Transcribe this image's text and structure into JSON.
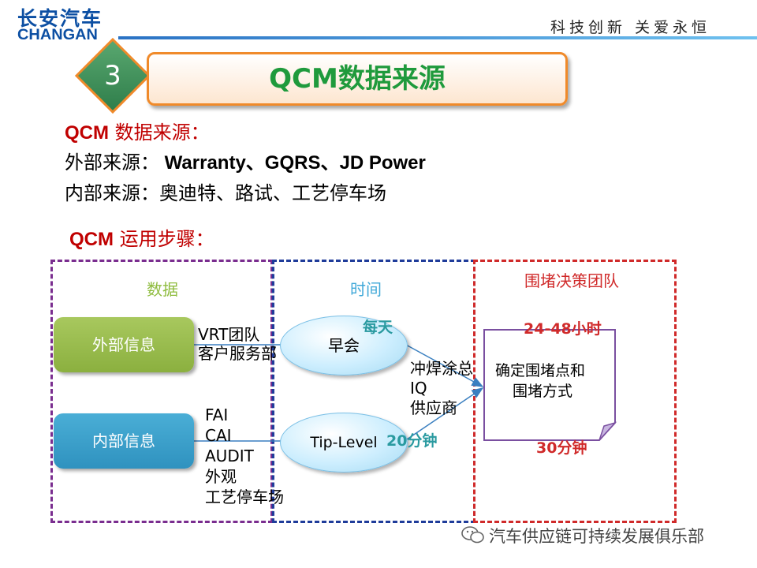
{
  "header": {
    "logo_cn": "长安汽车",
    "logo_en": "CHANGAN",
    "slogan": "科技创新 关爱永恒",
    "colors": {
      "brand_blue": "#0c4fa3",
      "line_light": "#6fc1ef"
    }
  },
  "section": {
    "number": "3",
    "title": "QCM数据来源",
    "colors": {
      "diamond": "#3a8f5a",
      "title_border": "#f08a2a",
      "title_text": "#1f9a3c"
    }
  },
  "text": {
    "line1_prefix": "QCM",
    "line1_rest": " 数据来源：",
    "line2_label": "外部来源：",
    "line2_value": " Warranty、GQRS、JD Power",
    "line3": "内部来源：奥迪特、路试、工艺停车场",
    "line4_prefix": "QCM",
    "line4_rest": " 运用步骤："
  },
  "diagram": {
    "columns": {
      "data": "数据",
      "time": "时间",
      "team": "围堵决策团队"
    },
    "boxes": {
      "external": "外部信息",
      "internal": "内部信息"
    },
    "ellipses": {
      "meeting": "早会",
      "tip": "Tip-Level"
    },
    "labels": {
      "vrt": "VRT团队",
      "customer": "客户服务部",
      "fai": "FAI",
      "cai": "CAI",
      "audit": "AUDIT",
      "appearance": "外观",
      "craft": "工艺停车场",
      "daily": "每天",
      "min20": "20分钟",
      "hours": "24-48小时",
      "min30": "30分钟",
      "stamp": "冲焊涂总",
      "iq": "IQ",
      "supplier": "供应商",
      "decide_line1": "确定围堵点和",
      "decide_line2": "围堵方式"
    },
    "colors": {
      "purple_border": "#7a2d8f",
      "blue_border": "#1f3c9a",
      "red_border": "#d02a2a",
      "external_box": "#8bb03f",
      "internal_box": "#2f92bf"
    }
  },
  "watermark": "汽车供应链可持续发展俱乐部"
}
